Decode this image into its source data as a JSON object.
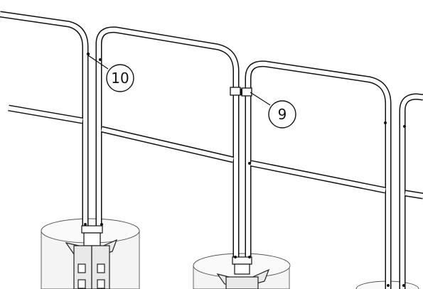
{
  "callouts": [
    {
      "id": "callout-10",
      "label": "10"
    },
    {
      "id": "callout-9",
      "label": "9"
    }
  ]
}
